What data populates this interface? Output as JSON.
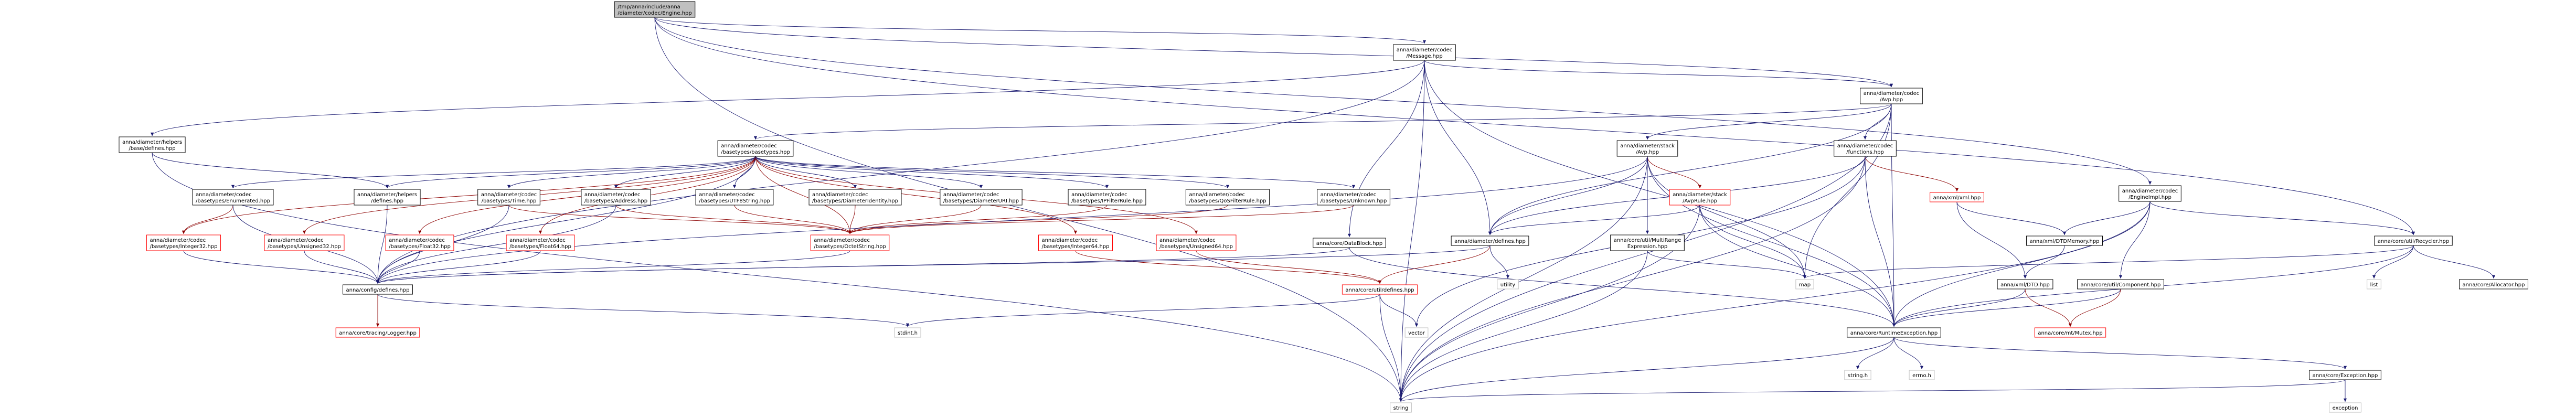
{
  "graph": {
    "type": "include-dependency-graph",
    "colors": {
      "node_border": "#000000",
      "node_border_red": "#ff0000",
      "node_border_gray": "#bfbfbf",
      "root_fill": "#bfbfbf",
      "edge": "#191970",
      "edge_red": "#8b0000",
      "text": "#000000"
    },
    "nodes": [
      {
        "id": "root",
        "lines": [
          "/tmp/anna/include/anna",
          "/diameter/codec/Engine.hpp"
        ],
        "style": "root"
      },
      {
        "id": "message",
        "lines": [
          "anna/diameter/codec",
          "/Message.hpp"
        ],
        "style": "black"
      },
      {
        "id": "avp",
        "lines": [
          "anna/diameter/codec",
          "/Avp.hpp"
        ],
        "style": "black"
      },
      {
        "id": "engineimpl",
        "lines": [
          "anna/diameter/codec",
          "/EngineImpl.hpp"
        ],
        "style": "black"
      },
      {
        "id": "helpers_base",
        "lines": [
          "anna/diameter/helpers",
          "/base/defines.hpp"
        ],
        "style": "black"
      },
      {
        "id": "basetypes",
        "lines": [
          "anna/diameter/codec",
          "/basetypes/basetypes.hpp"
        ],
        "style": "black"
      },
      {
        "id": "stack_avp",
        "lines": [
          "anna/diameter/stack",
          "/Avp.hpp"
        ],
        "style": "black"
      },
      {
        "id": "functions",
        "lines": [
          "anna/diameter/codec",
          "/functions.hpp"
        ],
        "style": "black"
      },
      {
        "id": "enumerated",
        "lines": [
          "anna/diameter/codec",
          "/basetypes/Enumerated.hpp"
        ],
        "style": "black"
      },
      {
        "id": "helpers_defines",
        "lines": [
          "anna/diameter/helpers",
          "/defines.hpp"
        ],
        "style": "black"
      },
      {
        "id": "time",
        "lines": [
          "anna/diameter/codec",
          "/basetypes/Time.hpp"
        ],
        "style": "black"
      },
      {
        "id": "address",
        "lines": [
          "anna/diameter/codec",
          "/basetypes/Address.hpp"
        ],
        "style": "black"
      },
      {
        "id": "utf8",
        "lines": [
          "anna/diameter/codec",
          "/basetypes/UTF8String.hpp"
        ],
        "style": "black"
      },
      {
        "id": "diamident",
        "lines": [
          "anna/diameter/codec",
          "/basetypes/DiameterIdentity.hpp"
        ],
        "style": "black"
      },
      {
        "id": "diamuri",
        "lines": [
          "anna/diameter/codec",
          "/basetypes/DiameterURI.hpp"
        ],
        "style": "black"
      },
      {
        "id": "ipfilter",
        "lines": [
          "anna/diameter/codec",
          "/basetypes/IPFilterRule.hpp"
        ],
        "style": "black"
      },
      {
        "id": "qosfilter",
        "lines": [
          "anna/diameter/codec",
          "/basetypes/QoSFilterRule.hpp"
        ],
        "style": "black"
      },
      {
        "id": "unknown",
        "lines": [
          "anna/diameter/codec",
          "/basetypes/Unknown.hpp"
        ],
        "style": "black"
      },
      {
        "id": "stack_rule",
        "lines": [
          "anna/diameter/stack",
          "/AvpRule.hpp"
        ],
        "style": "red"
      },
      {
        "id": "xml",
        "lines": [
          "anna/xml/xml.hpp"
        ],
        "style": "red"
      },
      {
        "id": "recycler",
        "lines": [
          "anna/core/util/Recycler.hpp"
        ],
        "style": "black"
      },
      {
        "id": "integer32",
        "lines": [
          "anna/diameter/codec",
          "/basetypes/Integer32.hpp"
        ],
        "style": "red"
      },
      {
        "id": "unsigned32",
        "lines": [
          "anna/diameter/codec",
          "/basetypes/Unsigned32.hpp"
        ],
        "style": "red"
      },
      {
        "id": "float32",
        "lines": [
          "anna/diameter/codec",
          "/basetypes/Float32.hpp"
        ],
        "style": "red"
      },
      {
        "id": "float64",
        "lines": [
          "anna/diameter/codec",
          "/basetypes/Float64.hpp"
        ],
        "style": "red"
      },
      {
        "id": "octetstring",
        "lines": [
          "anna/diameter/codec",
          "/basetypes/OctetString.hpp"
        ],
        "style": "red"
      },
      {
        "id": "integer64",
        "lines": [
          "anna/diameter/codec",
          "/basetypes/Integer64.hpp"
        ],
        "style": "red"
      },
      {
        "id": "unsigned64",
        "lines": [
          "anna/diameter/codec",
          "/basetypes/Unsigned64.hpp"
        ],
        "style": "red"
      },
      {
        "id": "datablock",
        "lines": [
          "anna/core/DataBlock.hpp"
        ],
        "style": "black"
      },
      {
        "id": "diam_defines",
        "lines": [
          "anna/diameter/defines.hpp"
        ],
        "style": "black"
      },
      {
        "id": "multirange",
        "lines": [
          "anna/core/util/MultiRange",
          "Expression.hpp"
        ],
        "style": "black"
      },
      {
        "id": "dtdmemory",
        "lines": [
          "anna/xml/DTDMemory.hpp"
        ],
        "style": "black"
      },
      {
        "id": "component",
        "lines": [
          "anna/core/util/Component.hpp"
        ],
        "style": "black"
      },
      {
        "id": "list",
        "lines": [
          "list"
        ],
        "style": "gray"
      },
      {
        "id": "allocator",
        "lines": [
          "anna/core/Allocator.hpp"
        ],
        "style": "black"
      },
      {
        "id": "config_defines",
        "lines": [
          "anna/config/defines.hpp"
        ],
        "style": "black"
      },
      {
        "id": "core_defines",
        "lines": [
          "anna/core/util/defines.hpp"
        ],
        "style": "red"
      },
      {
        "id": "utility",
        "lines": [
          "utility"
        ],
        "style": "gray"
      },
      {
        "id": "dtd",
        "lines": [
          "anna/xml/DTD.hpp"
        ],
        "style": "black"
      },
      {
        "id": "map",
        "lines": [
          "map"
        ],
        "style": "gray"
      },
      {
        "id": "logger",
        "lines": [
          "anna/core/tracing/Logger.hpp"
        ],
        "style": "red"
      },
      {
        "id": "stdint",
        "lines": [
          "stdint.h"
        ],
        "style": "gray"
      },
      {
        "id": "vector",
        "lines": [
          "vector"
        ],
        "style": "gray"
      },
      {
        "id": "runtimeexc",
        "lines": [
          "anna/core/RuntimeException.hpp"
        ],
        "style": "black"
      },
      {
        "id": "mutex",
        "lines": [
          "anna/core/mt/Mutex.hpp"
        ],
        "style": "red"
      },
      {
        "id": "string_h",
        "lines": [
          "string.h"
        ],
        "style": "gray"
      },
      {
        "id": "errno_h",
        "lines": [
          "errno.h"
        ],
        "style": "gray"
      },
      {
        "id": "exception",
        "lines": [
          "anna/core/Exception.hpp"
        ],
        "style": "black"
      },
      {
        "id": "exception_std",
        "lines": [
          "exception"
        ],
        "style": "gray"
      },
      {
        "id": "string",
        "lines": [
          "string"
        ],
        "style": "gray"
      }
    ],
    "edges": [
      [
        "root",
        "message"
      ],
      [
        "root",
        "avp"
      ],
      [
        "root",
        "engineimpl"
      ],
      [
        "root",
        "recycler"
      ],
      [
        "root",
        "string"
      ],
      [
        "message",
        "avp"
      ],
      [
        "message",
        "helpers_base"
      ],
      [
        "message",
        "diam_defines"
      ],
      [
        "message",
        "datablock"
      ],
      [
        "message",
        "runtimeexc"
      ],
      [
        "message",
        "config_defines"
      ],
      [
        "message",
        "string"
      ],
      [
        "avp",
        "basetypes"
      ],
      [
        "avp",
        "stack_avp"
      ],
      [
        "avp",
        "functions"
      ],
      [
        "avp",
        "diam_defines"
      ],
      [
        "avp",
        "runtimeexc"
      ],
      [
        "avp",
        "map"
      ],
      [
        "avp",
        "string"
      ],
      [
        "engineimpl",
        "recycler"
      ],
      [
        "engineimpl",
        "dtdmemory"
      ],
      [
        "engineimpl",
        "component"
      ],
      [
        "engineimpl",
        "runtimeexc"
      ],
      [
        "engineimpl",
        "string"
      ],
      [
        "helpers_base",
        "helpers_defines"
      ],
      [
        "helpers_base",
        "string"
      ],
      [
        "helpers_defines",
        "config_defines"
      ],
      [
        "basetypes",
        "enumerated"
      ],
      [
        "basetypes",
        "helpers_defines"
      ],
      [
        "basetypes",
        "time"
      ],
      [
        "basetypes",
        "address"
      ],
      [
        "basetypes",
        "utf8"
      ],
      [
        "basetypes",
        "diamident"
      ],
      [
        "basetypes",
        "diamuri"
      ],
      [
        "basetypes",
        "ipfilter"
      ],
      [
        "basetypes",
        "qosfilter"
      ],
      [
        "basetypes",
        "unknown"
      ],
      [
        "basetypes",
        "integer32"
      ],
      [
        "basetypes",
        "unsigned32"
      ],
      [
        "basetypes",
        "float32"
      ],
      [
        "basetypes",
        "float64"
      ],
      [
        "basetypes",
        "octetstring"
      ],
      [
        "basetypes",
        "integer64"
      ],
      [
        "basetypes",
        "unsigned64"
      ],
      [
        "basetypes",
        "config_defines"
      ],
      [
        "enumerated",
        "integer32"
      ],
      [
        "enumerated",
        "config_defines"
      ],
      [
        "time",
        "octetstring"
      ],
      [
        "time",
        "config_defines"
      ],
      [
        "address",
        "octetstring"
      ],
      [
        "address",
        "config_defines"
      ],
      [
        "utf8",
        "octetstring"
      ],
      [
        "diamident",
        "octetstring"
      ],
      [
        "diamuri",
        "octetstring"
      ],
      [
        "ipfilter",
        "octetstring"
      ],
      [
        "qosfilter",
        "octetstring"
      ],
      [
        "unknown",
        "octetstring"
      ],
      [
        "integer32",
        "config_defines"
      ],
      [
        "unsigned32",
        "config_defines"
      ],
      [
        "float32",
        "config_defines"
      ],
      [
        "float64",
        "config_defines"
      ],
      [
        "octetstring",
        "config_defines"
      ],
      [
        "integer64",
        "core_defines"
      ],
      [
        "unsigned64",
        "core_defines"
      ],
      [
        "stack_avp",
        "stack_rule"
      ],
      [
        "stack_avp",
        "multirange"
      ],
      [
        "stack_avp",
        "diam_defines"
      ],
      [
        "stack_avp",
        "runtimeexc"
      ],
      [
        "stack_avp",
        "map"
      ],
      [
        "stack_avp",
        "string"
      ],
      [
        "stack_avp",
        "config_defines"
      ],
      [
        "stack_rule",
        "diam_defines"
      ],
      [
        "stack_rule",
        "runtimeexc"
      ],
      [
        "stack_rule",
        "map"
      ],
      [
        "stack_rule",
        "string"
      ],
      [
        "functions",
        "xml"
      ],
      [
        "functions",
        "diam_defines"
      ],
      [
        "functions",
        "runtimeexc"
      ],
      [
        "functions",
        "vector"
      ],
      [
        "functions",
        "string"
      ],
      [
        "xml",
        "dtdmemory"
      ],
      [
        "xml",
        "dtd"
      ],
      [
        "dtdmemory",
        "dtd"
      ],
      [
        "dtd",
        "runtimeexc"
      ],
      [
        "dtd",
        "mutex"
      ],
      [
        "recycler",
        "list"
      ],
      [
        "recycler",
        "allocator"
      ],
      [
        "recycler",
        "runtimeexc"
      ],
      [
        "recycler",
        "map"
      ],
      [
        "component",
        "runtimeexc"
      ],
      [
        "component",
        "mutex"
      ],
      [
        "datablock",
        "runtimeexc"
      ],
      [
        "datablock",
        "config_defines"
      ],
      [
        "diam_defines",
        "core_defines"
      ],
      [
        "diam_defines",
        "utility"
      ],
      [
        "diam_defines",
        "config_defines"
      ],
      [
        "multirange",
        "map"
      ],
      [
        "multirange",
        "string"
      ],
      [
        "core_defines",
        "stdint"
      ],
      [
        "core_defines",
        "vector"
      ],
      [
        "core_defines",
        "string"
      ],
      [
        "config_defines",
        "logger"
      ],
      [
        "config_defines",
        "stdint"
      ],
      [
        "runtimeexc",
        "exception"
      ],
      [
        "runtimeexc",
        "string_h"
      ],
      [
        "runtimeexc",
        "errno_h"
      ],
      [
        "runtimeexc",
        "string"
      ],
      [
        "exception",
        "exception_std"
      ],
      [
        "exception",
        "string"
      ]
    ]
  }
}
